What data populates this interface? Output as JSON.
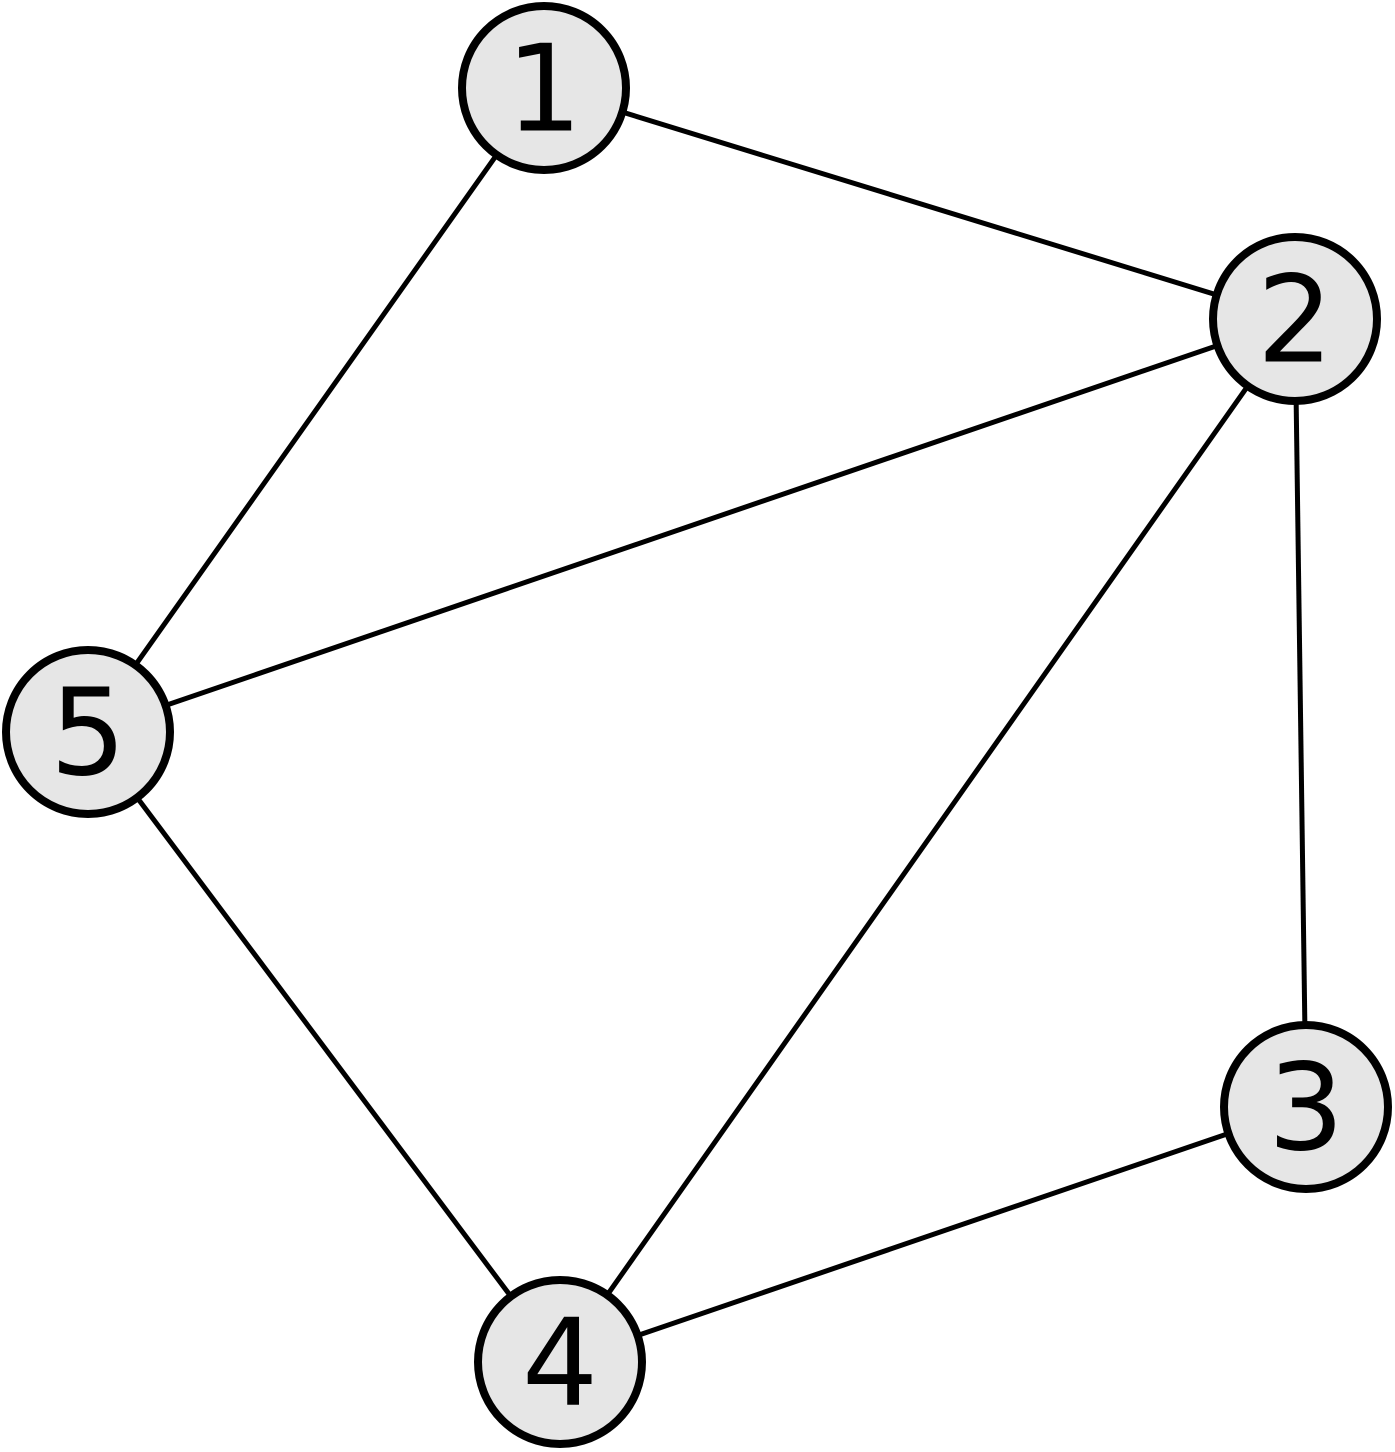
{
  "graph": {
    "nodes": [
      {
        "id": "1",
        "label": "1"
      },
      {
        "id": "2",
        "label": "2"
      },
      {
        "id": "3",
        "label": "3"
      },
      {
        "id": "4",
        "label": "4"
      },
      {
        "id": "5",
        "label": "5"
      }
    ],
    "edges": [
      {
        "source": "1",
        "target": "2"
      },
      {
        "source": "1",
        "target": "5"
      },
      {
        "source": "2",
        "target": "5"
      },
      {
        "source": "2",
        "target": "4"
      },
      {
        "source": "2",
        "target": "3"
      },
      {
        "source": "3",
        "target": "4"
      },
      {
        "source": "5",
        "target": "4"
      }
    ],
    "colors": {
      "node_fill": "#e6e6e6",
      "node_stroke": "#000000",
      "edge": "#000000",
      "background": "#ffffff"
    }
  }
}
